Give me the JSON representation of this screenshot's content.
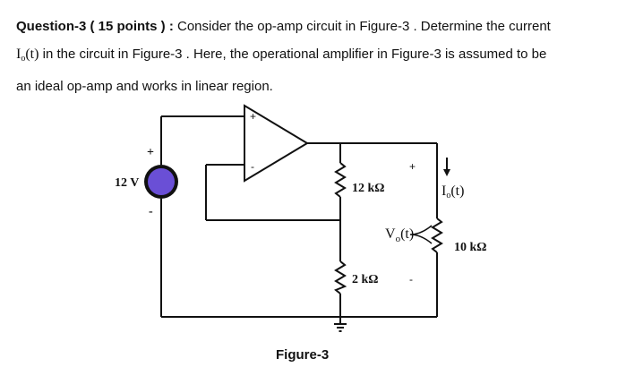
{
  "question": {
    "label": "Question-3 ( 15 points ) :",
    "text1": " Consider the op-amp circuit in Figure-3 . Determine the current",
    "current_symbol": "I",
    "current_sub": "o",
    "current_arg": "(t)",
    "text2": " in the circuit in Figure-3 . Here, the operational amplifier in Figure-3 is assumed to be",
    "text3": "an ideal op-amp and works in linear region."
  },
  "circuit": {
    "source_label": "12 V",
    "source_plus": "+",
    "source_minus": "-",
    "opamp_plus": "+",
    "opamp_minus": "-",
    "r1_label": "12 kΩ",
    "r2_label": "2 kΩ",
    "rl_label": "10 kΩ",
    "vo_symbol": "V",
    "vo_sub": "o",
    "vo_arg": "(t)",
    "vo_plus": "+",
    "vo_minus": "-",
    "io_symbol": "I",
    "io_sub": "o",
    "io_arg": "(t)",
    "source_color": "#6a4fd6"
  },
  "caption": "Figure-3"
}
